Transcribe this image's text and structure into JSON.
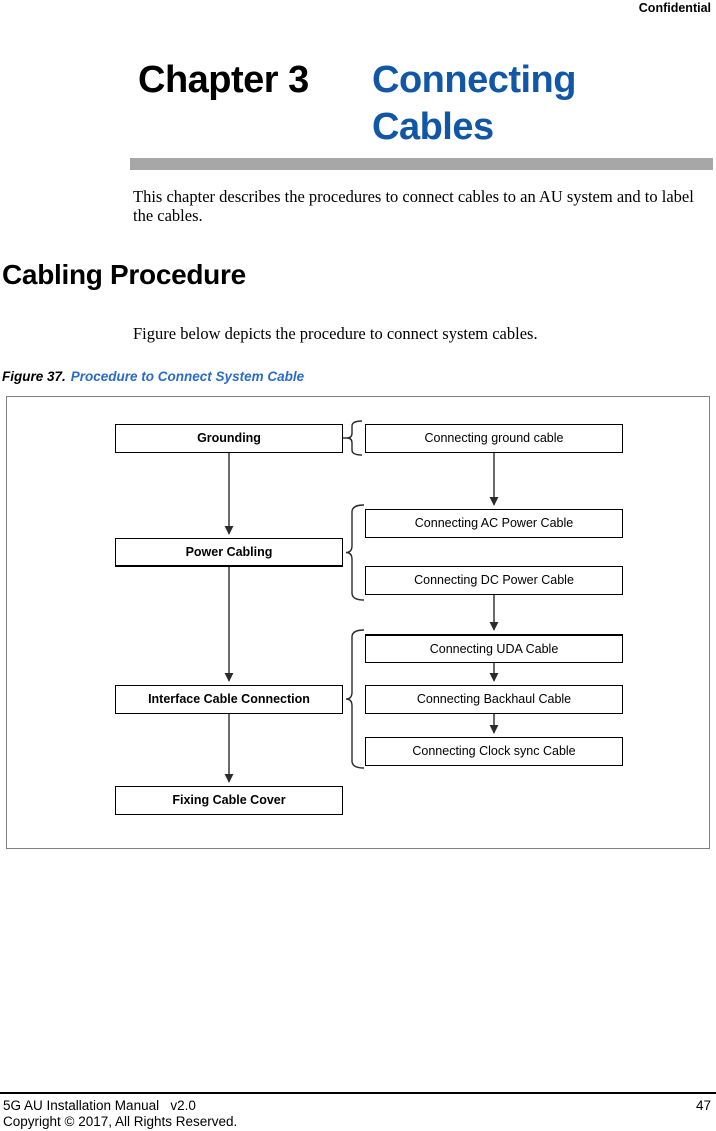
{
  "header": {
    "confidential": "Confidential"
  },
  "chapter_heading": {
    "label": "Chapter 3",
    "title": "Connecting Cables"
  },
  "intro_paragraph": "This chapter describes the procedures to connect cables to an AU system and to label the cables.",
  "section": {
    "title": "Cabling Procedure",
    "lead": "Figure below depicts the procedure to connect system cables."
  },
  "figure": {
    "label": "Figure 37.",
    "caption": "Procedure to Connect System Cable",
    "flowchart": {
      "left_steps": [
        "Grounding",
        "Power Cabling",
        "Interface Cable Connection",
        "Fixing Cable Cover"
      ],
      "right_steps": [
        "Connecting ground cable",
        "Connecting AC Power Cable",
        "Connecting DC Power Cable",
        "Connecting UDA Cable",
        "Connecting Backhaul Cable",
        "Connecting Clock sync Cable"
      ]
    }
  },
  "footer": {
    "manual": "5G AU Installation Manual   v2.0",
    "copyright": "Copyright © 2017, All Rights Reserved.",
    "page_number": "47"
  },
  "colors": {
    "chapter_title_blue": "#1157A5",
    "caption_blue": "#2A6BC9",
    "rule_gray": "#A7A7A7"
  }
}
